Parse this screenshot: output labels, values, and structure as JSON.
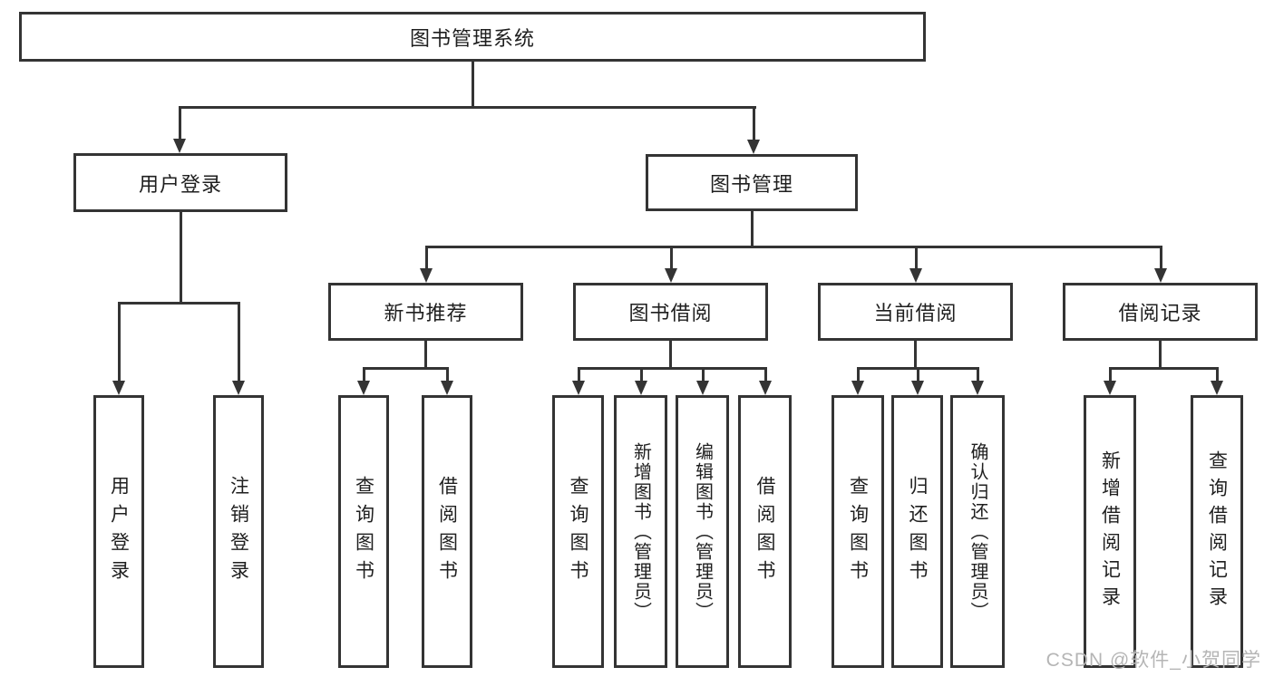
{
  "diagram_type": "hierarchy-tree",
  "colors": {
    "line": "#343434",
    "box_border": "#343434",
    "box_fill": "#ffffff",
    "text": "#1f1f1f",
    "watermark": "#b5b5b5",
    "background": "#ffffff"
  },
  "tree": {
    "label": "图书管理系统",
    "children": [
      {
        "label": "用户登录",
        "children": [
          {
            "label": "用户登录"
          },
          {
            "label": "注销登录"
          }
        ]
      },
      {
        "label": "图书管理",
        "children": [
          {
            "label": "新书推荐",
            "children": [
              {
                "label": "查询图书"
              },
              {
                "label": "借阅图书"
              }
            ]
          },
          {
            "label": "图书借阅",
            "children": [
              {
                "label": "查询图书"
              },
              {
                "label": "新增图书（管理员）"
              },
              {
                "label": "编辑图书（管理员）"
              },
              {
                "label": "借阅图书"
              }
            ]
          },
          {
            "label": "当前借阅",
            "children": [
              {
                "label": "查询图书"
              },
              {
                "label": "归还图书"
              },
              {
                "label": "确认归还（管理员）"
              }
            ]
          },
          {
            "label": "借阅记录",
            "children": [
              {
                "label": "新增借阅记录"
              },
              {
                "label": "查询借阅记录"
              }
            ]
          }
        ]
      }
    ]
  },
  "watermark": {
    "text": "CSDN @软件_小贺同学"
  }
}
